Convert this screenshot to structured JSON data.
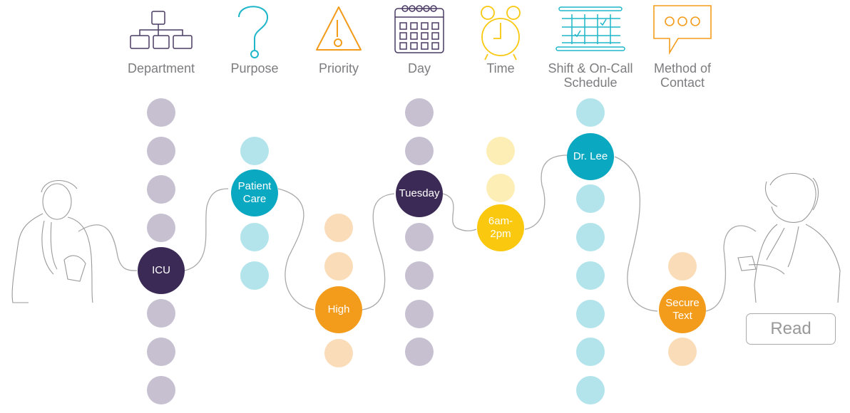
{
  "columns": [
    {
      "id": "department",
      "label": "Department",
      "icon": "org-chart-icon",
      "small_color": "#c6c0d1",
      "big_color": "#3c2a56",
      "selected": "ICU"
    },
    {
      "id": "purpose",
      "label": "Purpose",
      "icon": "question-mark-icon",
      "small_color": "#b3e4ec",
      "big_color": "#0aa8c1",
      "selected": "Patient Care"
    },
    {
      "id": "priority",
      "label": "Priority",
      "icon": "warning-icon",
      "small_color": "#fbdcb8",
      "big_color": "#f39c1c",
      "selected": "High"
    },
    {
      "id": "day",
      "label": "Day",
      "icon": "calendar-icon",
      "small_color": "#c6c0d1",
      "big_color": "#3c2a56",
      "selected": "Tuesday"
    },
    {
      "id": "time",
      "label": "Time",
      "icon": "alarm-clock-icon",
      "small_color": "#fdeeb6",
      "big_color": "#f9c80f",
      "selected": "6am-\n2pm"
    },
    {
      "id": "schedule",
      "label": "Shift & On-Call Schedule",
      "icon": "schedule-icon",
      "small_color": "#b3e4ec",
      "big_color": "#0aa8c1",
      "selected": "Dr. Lee"
    },
    {
      "id": "method",
      "label": "Method of Contact",
      "icon": "chat-bubble-icon",
      "small_color": "#fbdcb8",
      "big_color": "#f39c1c",
      "selected": "Secure Text"
    }
  ],
  "status": {
    "read_label": "Read"
  }
}
